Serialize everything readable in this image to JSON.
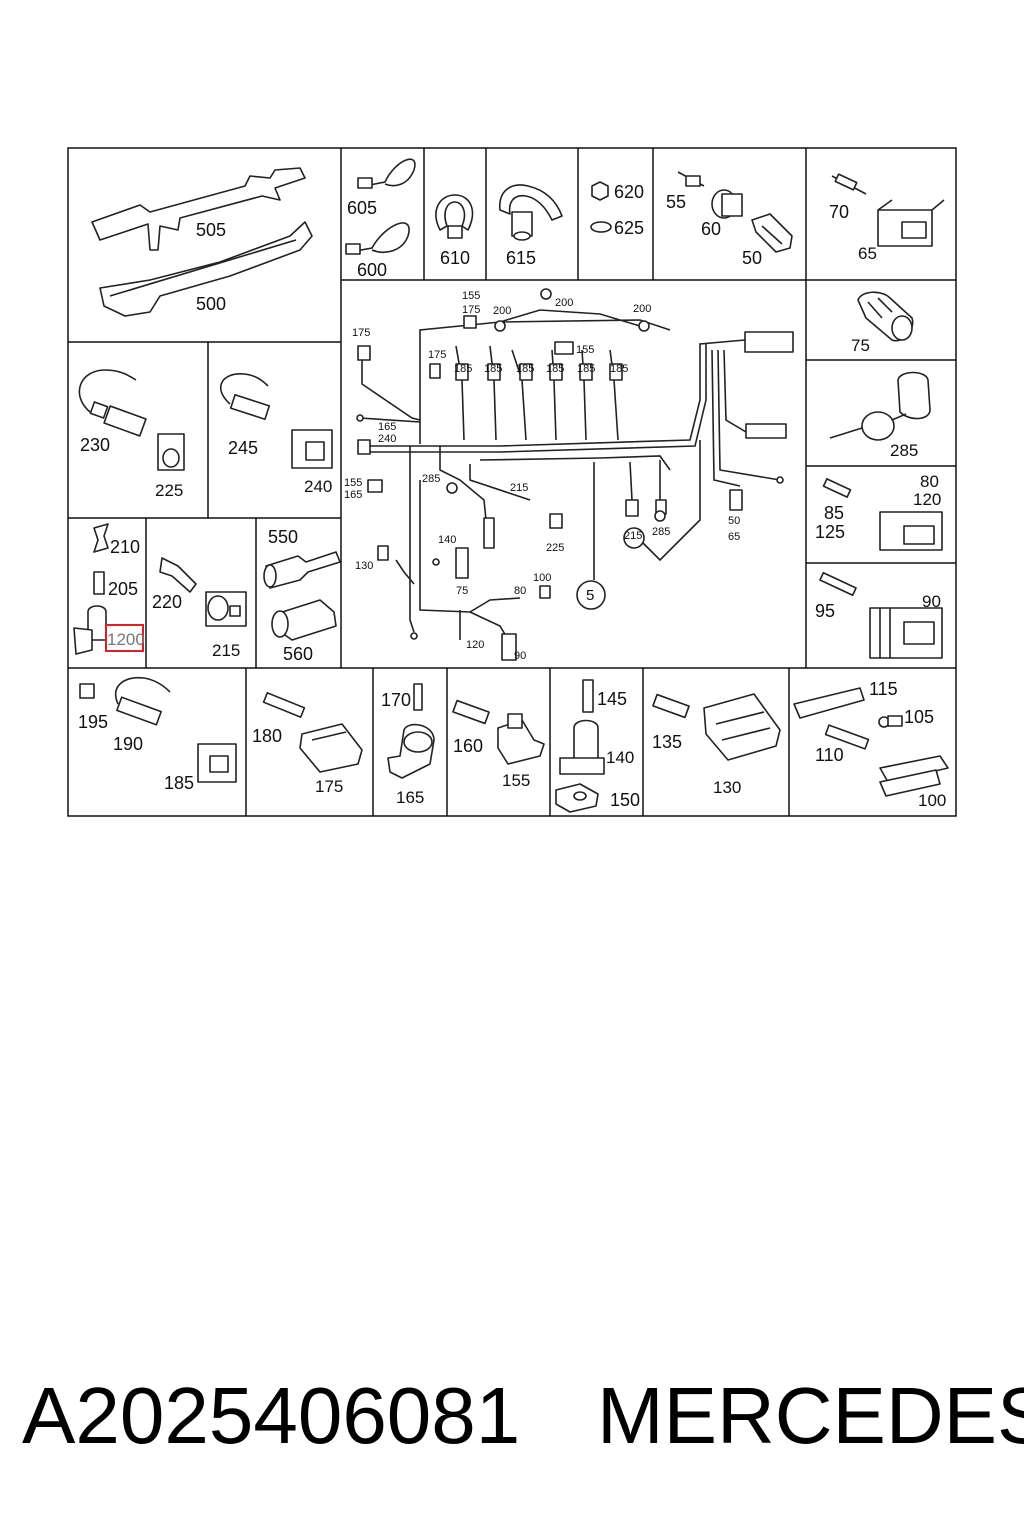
{
  "labels": {
    "l505": "505",
    "l500": "500",
    "l605": "605",
    "l600": "600",
    "l610": "610",
    "l615": "615",
    "l620": "620",
    "l625": "625",
    "l55": "55",
    "l60": "60",
    "l50": "50",
    "l70": "70",
    "l65": "65",
    "l230": "230",
    "l225": "225",
    "l245": "245",
    "l240": "240",
    "l210": "210",
    "l205": "205",
    "l220": "220",
    "l215": "215",
    "l550": "550",
    "l560": "560",
    "l75": "75",
    "l285": "285",
    "l80": "80",
    "l120": "120",
    "l85": "85",
    "l125": "125",
    "l95": "95",
    "l90": "90",
    "l195": "195",
    "l190": "190",
    "l185": "185",
    "l180": "180",
    "l175": "175",
    "l170": "170",
    "l165": "165",
    "l160": "160",
    "l155": "155",
    "l145": "145",
    "l140": "140",
    "l150": "150",
    "l135": "135",
    "l130": "130",
    "l115": "115",
    "l105": "105",
    "l110": "110",
    "l100": "100"
  },
  "harness_labels": {
    "h155": "155",
    "h175a": "175",
    "h200a": "200",
    "h200b": "200",
    "h200c": "200",
    "h175b": "175",
    "h175c": "175",
    "h185a": "185",
    "h185b": "185",
    "h185c": "185",
    "h185d": "185",
    "h185e": "185",
    "h185f": "185",
    "h155b": "155",
    "h165": "165",
    "h240": "240",
    "h155c": "155",
    "h165b": "165",
    "h285a": "285",
    "h215a": "215",
    "h225": "225",
    "h215b": "215",
    "h285b": "285",
    "h50": "50",
    "h65": "65",
    "h140": "140",
    "h130": "130",
    "h75": "75",
    "h80": "80",
    "h100": "100",
    "h120": "120",
    "h90": "90",
    "h5": "5"
  },
  "highlight": {
    "label": "1200"
  },
  "footer": {
    "part_number": "A2025406081",
    "brand": "MERCEDES"
  }
}
